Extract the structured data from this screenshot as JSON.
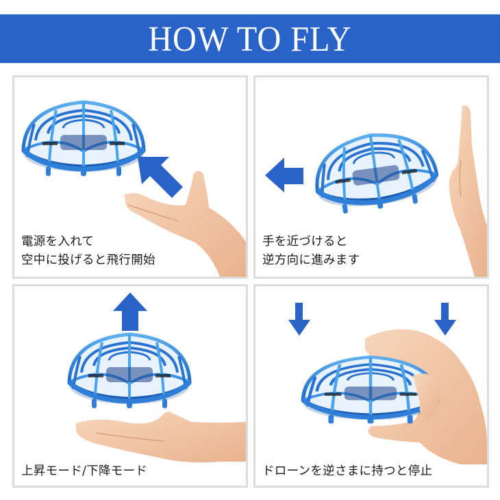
{
  "header": {
    "title": "HOW TO FLY"
  },
  "colors": {
    "banner": "#2a63c8",
    "arrow": "#2a63c8",
    "drone": "#2f7fd8",
    "panel_border": "#dcdcdc",
    "skin": "#f3c9a8"
  },
  "steps": [
    {
      "lines": [
        "電源を入れて",
        "空中に投げると飛行開始"
      ],
      "arrow": "arrow-up-left",
      "illustration": "hand-tossing-drone"
    },
    {
      "lines": [
        "手を近づけると",
        "逆方向に進みます"
      ],
      "arrow": "arrow-left",
      "illustration": "hand-pushing-drone"
    },
    {
      "lines": [
        "上昇モード/下降モード"
      ],
      "arrow": "arrow-up",
      "illustration": "hand-under-drone"
    },
    {
      "lines": [
        "ドローンを逆さまに持つと停止"
      ],
      "arrow": "arrow-down",
      "illustration": "hand-holding-drone-upside-down"
    }
  ]
}
